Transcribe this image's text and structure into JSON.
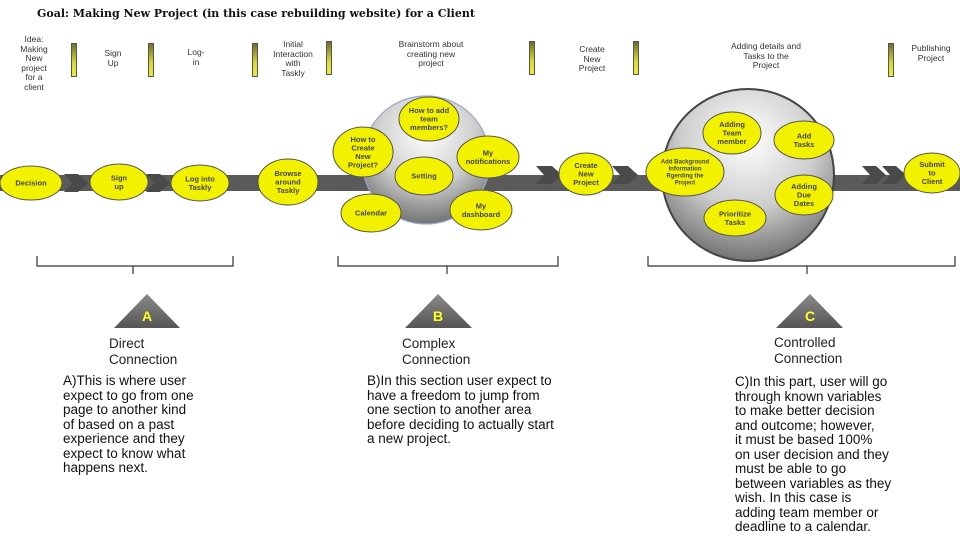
{
  "goal": "Goal: Making New Project (in this case rebuilding website) for a Client",
  "stages": [
    {
      "id": "idea",
      "text": "Idea:\nMaking\nNew\nproject\nfor a\nclient"
    },
    {
      "id": "signup",
      "text": "Sign\nUp"
    },
    {
      "id": "login",
      "text": "Log-\nin"
    },
    {
      "id": "initial",
      "text": "Initial\nInteraction\nwith\nTaskly"
    },
    {
      "id": "brainstorm",
      "text": "Brainstorm about\ncreating new\nproject"
    },
    {
      "id": "create",
      "text": "Create\nNew\nProject"
    },
    {
      "id": "details",
      "text": "Adding details and\nTasks to the\nProject"
    },
    {
      "id": "publish",
      "text": "Publishing\nProject"
    }
  ],
  "flow_nodes": [
    {
      "id": "decision",
      "text": "Decision"
    },
    {
      "id": "signup",
      "text": "Sign\nup"
    },
    {
      "id": "login",
      "text": "Log into\nTaskly"
    },
    {
      "id": "browse",
      "text": "Browse\naround\nTaskly"
    },
    {
      "id": "create",
      "text": "Create\nNew\nProject"
    },
    {
      "id": "submit",
      "text": "Submit\nto\nClient"
    }
  ],
  "circle_b_nodes": [
    {
      "id": "add-team",
      "text": "How to add\nteam\nmembers?"
    },
    {
      "id": "how-create",
      "text": "How to\nCreate\nNew\nProject?"
    },
    {
      "id": "notifications",
      "text": "My\nnotifications"
    },
    {
      "id": "setting",
      "text": "Setting"
    },
    {
      "id": "calendar",
      "text": "Calendar"
    },
    {
      "id": "dashboard",
      "text": "My\ndashboard"
    }
  ],
  "circle_c_nodes": [
    {
      "id": "adding-team",
      "text": "Adding\nTeam\nmember"
    },
    {
      "id": "add-tasks",
      "text": "Add\nTasks"
    },
    {
      "id": "background",
      "text": "Add Background\nInformation\nRgerding the\nProject"
    },
    {
      "id": "due-dates",
      "text": "Adding\nDue\nDates"
    },
    {
      "id": "prioritize",
      "text": "Prioritize\nTasks"
    }
  ],
  "sections": [
    {
      "id": "a",
      "letter": "A",
      "title": "Direct\nConnection",
      "desc": "A)This is where user\nexpect to go from one\npage to another kind\nof based on a past\nexperience and they\nexpect to know what\nhappens next."
    },
    {
      "id": "b",
      "letter": "B",
      "title": "Complex\nConnection",
      "desc": "B)In this section user expect to\nhave a freedom to jump from\none section to another area\n before deciding to actually start\na new project."
    },
    {
      "id": "c",
      "letter": "C",
      "title": "Controlled\nConnection",
      "desc": "C)In this part, user will go\nthrough known variables\nto make better decision\nand outcome; however,\nit must be based 100%\non user decision and they\nmust be able to go\nbetween variables as they\nwish. In this case is\nadding team member or\ndeadline to a calendar."
    }
  ],
  "colors": {
    "node_fill": "#f2f200",
    "node_stroke": "#555555",
    "connector": "#555555",
    "marker": "#d9d934",
    "triangle": "#666666",
    "letter": "#ffff22"
  }
}
